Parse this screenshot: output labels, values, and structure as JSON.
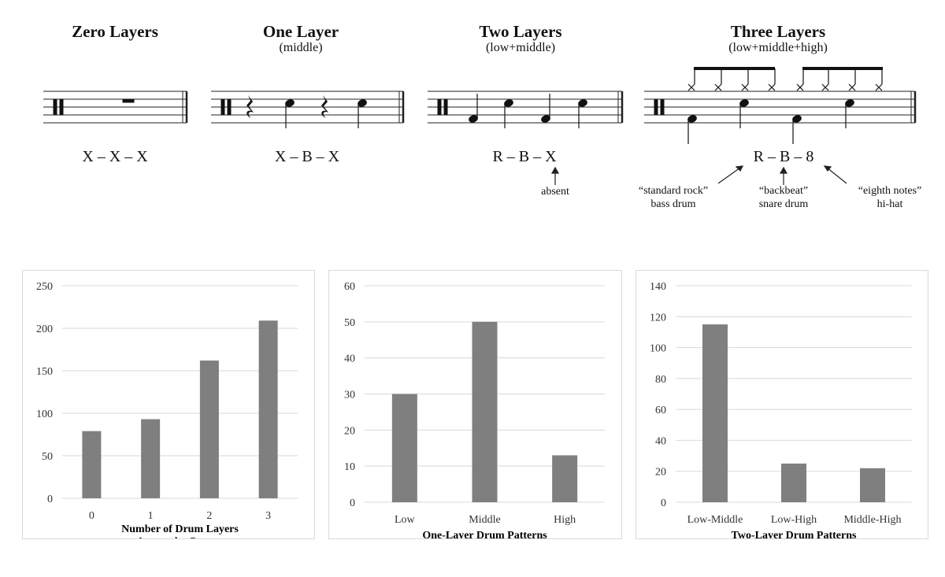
{
  "diagram": {
    "panels": [
      {
        "title": "Zero Layers",
        "subtitle": "",
        "code": "X – X – X"
      },
      {
        "title": "One Layer",
        "subtitle": "(middle)",
        "code": "X – B – X"
      },
      {
        "title": "Two Layers",
        "subtitle": "(low+middle)",
        "code": "R – B – X"
      },
      {
        "title": "Three Layers",
        "subtitle": "(low+middle+high)",
        "code": "R – B – 8"
      }
    ],
    "annotations": {
      "absent": "absent",
      "rock": [
        "“standard rock”",
        "bass drum"
      ],
      "backbeat": [
        "“backbeat”",
        "snare drum"
      ],
      "eighth": [
        "“eighth notes”",
        "hi-hat"
      ]
    }
  },
  "chart_data": [
    {
      "type": "bar",
      "title": "",
      "xlabel": "Number of Drum Layers Across the Corpus",
      "xlabel_lines": [
        "Number of Drum Layers",
        "Across the Corpus"
      ],
      "ylabel": "",
      "categories": [
        "0",
        "1",
        "2",
        "3"
      ],
      "values": [
        79,
        93,
        162,
        209
      ],
      "ylim": [
        0,
        250
      ],
      "yticks": [
        0,
        50,
        100,
        150,
        200,
        250
      ],
      "grid": true,
      "color": "#7f7f7f"
    },
    {
      "type": "bar",
      "title": "",
      "xlabel": "One-Layer Drum Patterns",
      "xlabel_lines": [
        "One-Layer Drum Patterns"
      ],
      "ylabel": "",
      "categories": [
        "Low",
        "Middle",
        "High"
      ],
      "values": [
        30,
        50,
        13
      ],
      "ylim": [
        0,
        60
      ],
      "yticks": [
        0,
        10,
        20,
        30,
        40,
        50,
        60
      ],
      "grid": true,
      "color": "#7f7f7f"
    },
    {
      "type": "bar",
      "title": "",
      "xlabel": "Two-Layer Drum Patterns",
      "xlabel_lines": [
        "Two-Layer Drum Patterns"
      ],
      "ylabel": "",
      "categories": [
        "Low-Middle",
        "Low-High",
        "Middle-High"
      ],
      "values": [
        115,
        25,
        22
      ],
      "ylim": [
        0,
        140
      ],
      "yticks": [
        0,
        20,
        40,
        60,
        80,
        100,
        120,
        140
      ],
      "grid": true,
      "color": "#7f7f7f"
    }
  ]
}
